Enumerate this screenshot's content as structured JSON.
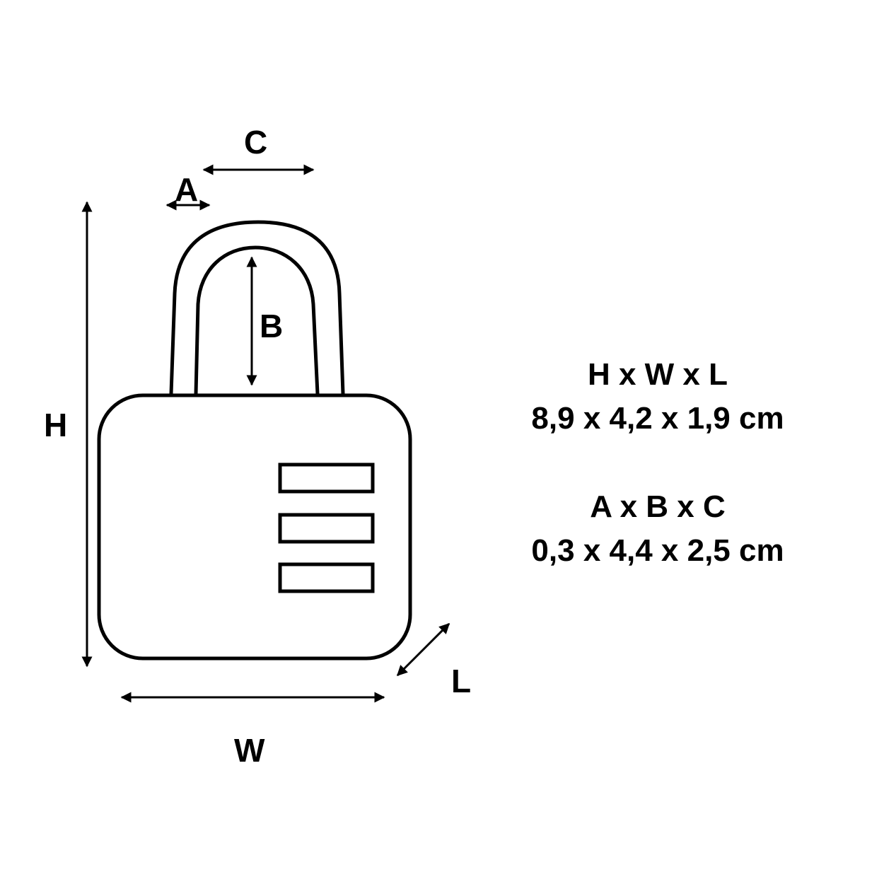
{
  "diagram": {
    "type": "padlock-dimension-drawing",
    "labels": {
      "A": "A",
      "B": "B",
      "C": "C",
      "H": "H",
      "W": "W",
      "L": "L"
    },
    "colors": {
      "line": "#000000",
      "background": "#ffffff"
    }
  },
  "specs": {
    "outer": {
      "header": "H x W x L",
      "value": "8,9 x 4,2 x 1,9 cm"
    },
    "shackle": {
      "header": "A x B x C",
      "value": "0,3 x 4,4 x 2,5 cm"
    }
  }
}
